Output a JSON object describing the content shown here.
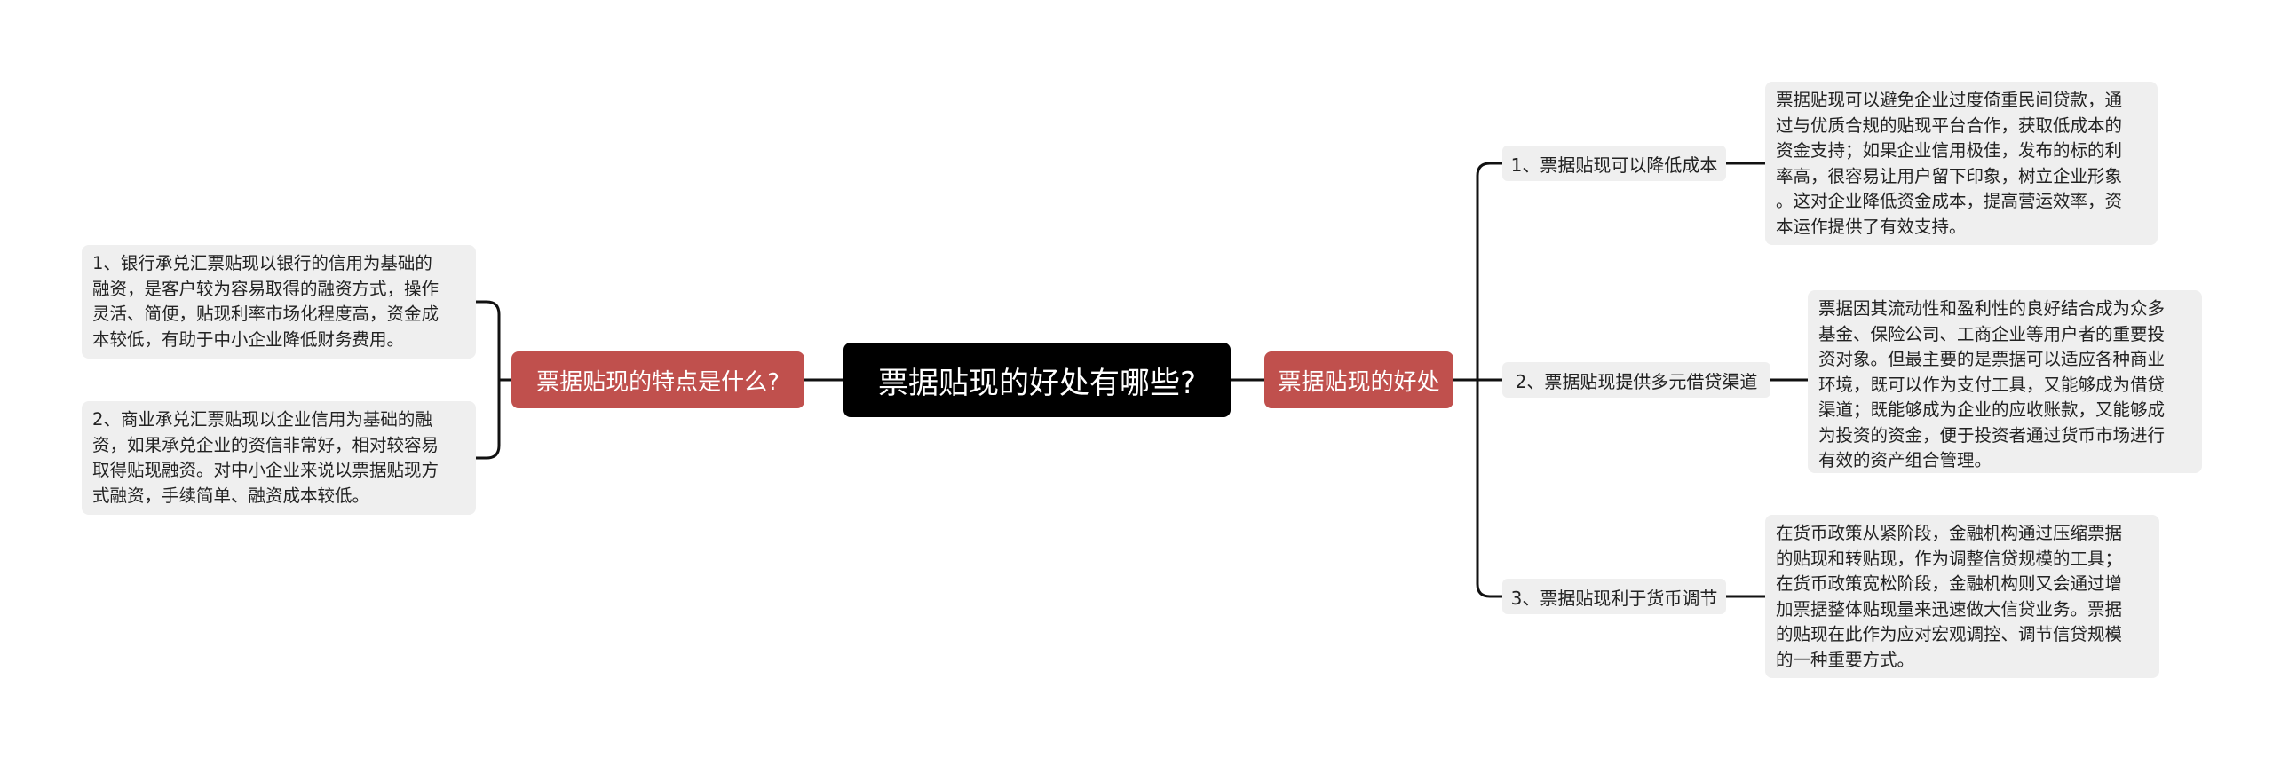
{
  "central": {
    "title": "票据贴现的好处有哪些?"
  },
  "left_branch": {
    "label": "票据贴现的特点是什么?",
    "leaves": [
      {
        "text": "1、银行承兑汇票贴现以银行的信用为基础的\n融资，是客户较为容易取得的融资方式，操作\n灵活、简便，贴现利率市场化程度高，资金成\n本较低，有助于中小企业降低财务费用。"
      },
      {
        "text": "2、商业承兑汇票贴现以企业信用为基础的融\n资，如果承兑企业的资信非常好，相对较容易\n取得贴现融资。对中小企业来说以票据贴现方\n式融资，手续简单、融资成本较低。"
      }
    ]
  },
  "right_branch": {
    "label": "票据贴现的好处",
    "items": [
      {
        "label": "1、票据贴现可以降低成本",
        "detail": "票据贴现可以避免企业过度倚重民间贷款，通\n过与优质合规的贴现平台合作，获取低成本的\n资金支持；如果企业信用极佳，发布的标的利\n率高，很容易让用户留下印象，树立企业形象\n。这对企业降低资金成本，提高营运效率，资\n本运作提供了有效支持。"
      },
      {
        "label": "2、票据贴现提供多元借贷渠道",
        "detail": "票据因其流动性和盈利性的良好结合成为众多\n基金、保险公司、工商企业等用户者的重要投\n资对象。但最主要的是票据可以适应各种商业\n环境，既可以作为支付工具，又能够成为借贷\n渠道；既能够成为企业的应收账款，又能够成\n为投资的资金，便于投资者通过货币市场进行\n有效的资产组合管理。"
      },
      {
        "label": "3、票据贴现利于货币调节",
        "detail": "在货币政策从紧阶段，金融机构通过压缩票据\n的贴现和转贴现，作为调整信贷规模的工具；\n在货币政策宽松阶段，金融机构则又会通过增\n加票据整体贴现量来迅速做大信贷业务。票据\n的贴现在此作为应对宏观调控、调节信贷规模\n的一种重要方式。"
      }
    ]
  },
  "colors": {
    "central": "#000000",
    "main_branch": "#c0504d",
    "leaf_bg": "#efefef",
    "line": "#000000"
  }
}
